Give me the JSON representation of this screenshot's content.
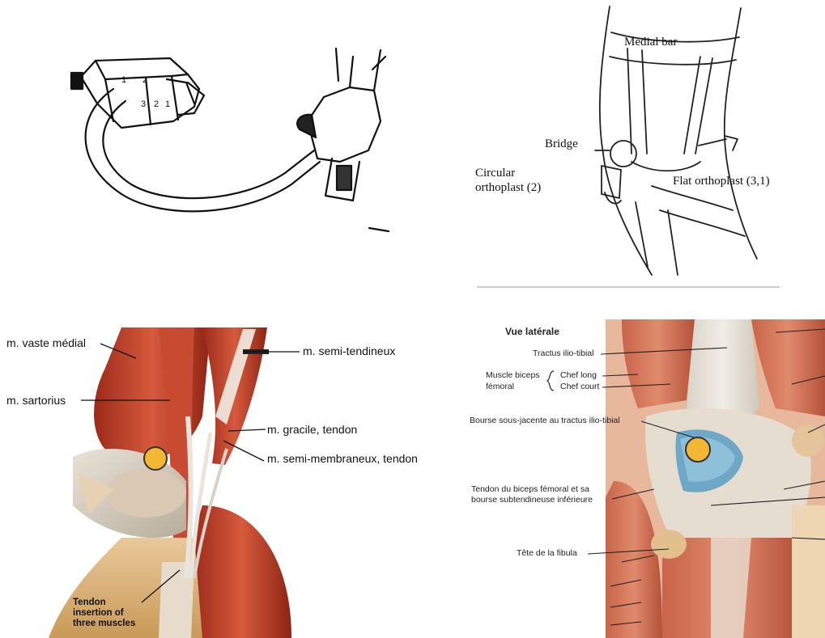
{
  "panels": {
    "brace_device": {
      "numerals": [
        "1",
        "2",
        "3",
        "2",
        "1"
      ]
    },
    "knee_brace": {
      "labels": {
        "medial_bar": "Medial bar",
        "bridge": "Bridge",
        "circular_line1": "Circular",
        "circular_line2": "orthoplast (2)",
        "flat_orthoplast": "Flat orthoplast (3,1)"
      }
    },
    "medial_anatomy": {
      "labels": {
        "vaste_medial": "m. vaste médial",
        "sartorius": "m. sartorius",
        "semi_tendineux": "m. semi-tendineux",
        "gracile": "m. gracile, tendon",
        "semi_membraneux": "m. semi-membraneux, tendon",
        "tendon_line1": "Tendon",
        "tendon_line2": "insertion of",
        "tendon_line3": "three muscles"
      },
      "marker_color": "#f4b733"
    },
    "lateral_anatomy": {
      "labels": {
        "vue_laterale": "Vue latérale",
        "tractus": "Tractus ilio-tibial",
        "muscle_biceps_line1": "Muscle biceps",
        "muscle_biceps_line2": "fémoral",
        "chef_long": "Chef long",
        "chef_court": "Chef court",
        "bourse": "Bourse sous-jacente au tractus ilio-tibial",
        "tendon_biceps_line1": "Tendon du biceps fémoral et sa",
        "tendon_biceps_line2": "bourse subtendineuse inférieure",
        "tete_fibula": "Tête de la fibula"
      },
      "marker_color": "#f4b733"
    }
  }
}
